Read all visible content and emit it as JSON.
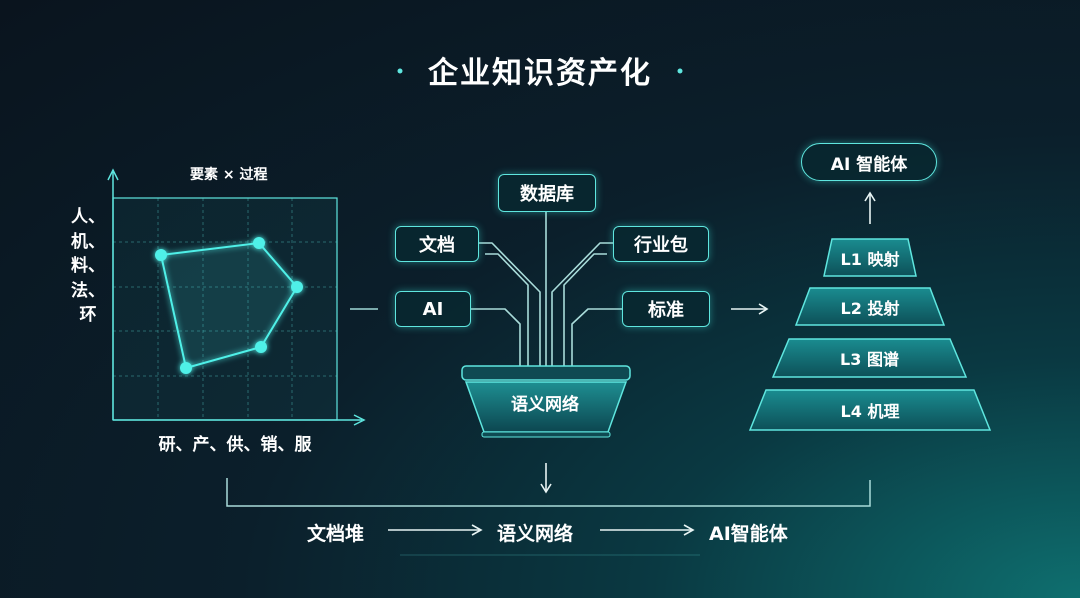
{
  "title": "企业知识资产化",
  "grid": {
    "top_label": "要素 × 过程",
    "y_label": "人、机、料、法、环",
    "x_label": "研、产、供、销、服"
  },
  "tree": {
    "nodes": {
      "database": "数据库",
      "docs": "文档",
      "industry": "行业包",
      "ai": "AI",
      "standard": "标准"
    },
    "bowl_label": "语义网络"
  },
  "pyramid": {
    "top": "AI 智能体",
    "layers": [
      "L1 映射",
      "L2 投射",
      "L3 图谱",
      "L4 机理"
    ]
  },
  "flow": [
    "文档堆",
    "语义网络",
    "AI智能体"
  ],
  "colors": {
    "accent": "#5fe6df",
    "node": "#4ff0e8",
    "background_dark": "#0a141e",
    "background_glow": "#0e6f6f"
  }
}
